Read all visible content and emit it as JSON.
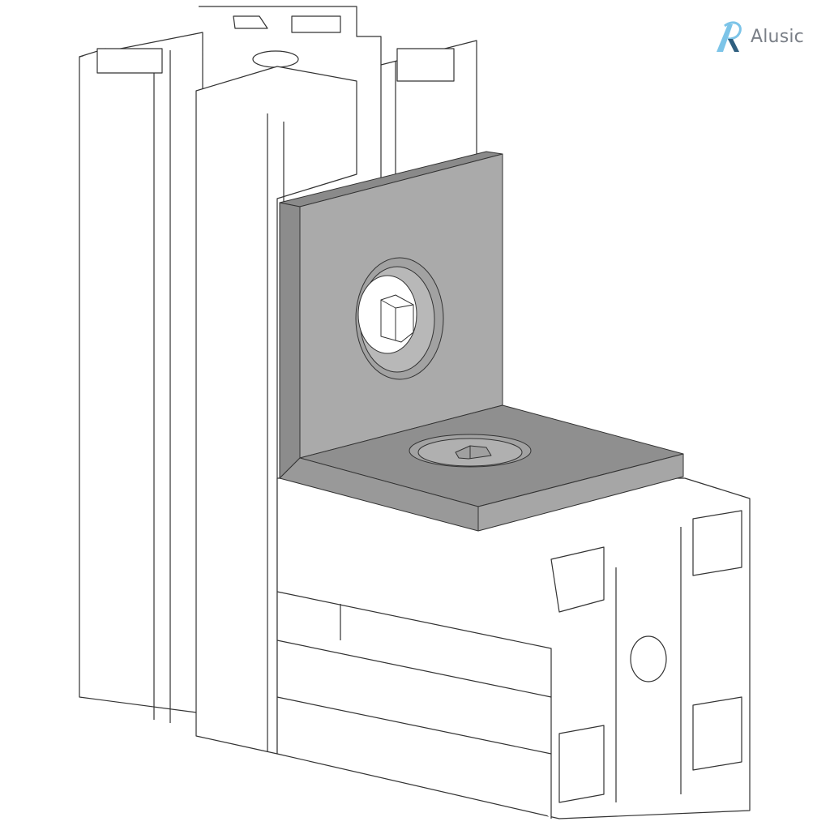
{
  "brand": {
    "name": "Alusic",
    "logo_icon": "stylized-a-logo",
    "colors": {
      "logo_light": "#7cc4e8",
      "logo_dark": "#2f5f7f",
      "text": "#7a7f87"
    }
  },
  "illustration": {
    "subject": "aluminum-extrusion-profiles-with-angle-bracket",
    "components": [
      {
        "name": "vertical-profile-rear",
        "type": "4-slot square extrusion"
      },
      {
        "name": "horizontal-profile",
        "type": "4-slot square extrusion"
      },
      {
        "name": "angle-bracket",
        "type": "L-shaped corner bracket",
        "color": "#a8a8a8"
      },
      {
        "name": "bracket-screw-vertical",
        "type": "hex socket countersunk screw"
      },
      {
        "name": "bracket-screw-horizontal",
        "type": "hex socket countersunk screw"
      }
    ],
    "colors": {
      "background": "#ffffff",
      "profile_fill": "#ffffff",
      "outline": "#333333",
      "bracket_face": "#a9a9a9",
      "bracket_edge": "#8c8c8c",
      "bracket_top": "#8f8f8f"
    }
  }
}
